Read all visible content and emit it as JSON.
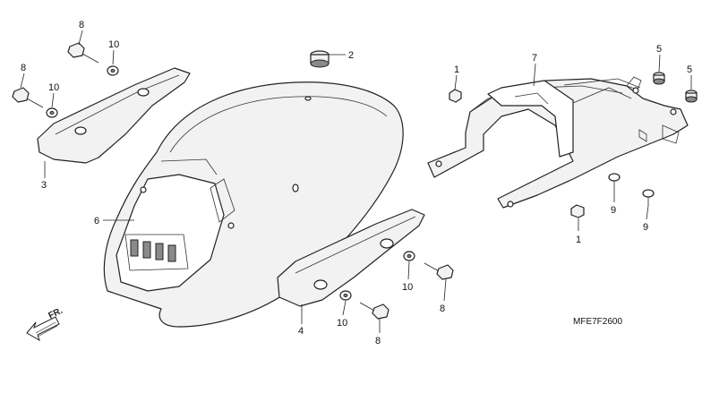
{
  "diagram": {
    "code": "MFE7F2600",
    "direction": "FR.",
    "callouts": [
      {
        "id": "c1",
        "text": "8"
      },
      {
        "id": "c2",
        "text": "10"
      },
      {
        "id": "c3",
        "text": "8"
      },
      {
        "id": "c4",
        "text": "10"
      },
      {
        "id": "c5",
        "text": "3"
      },
      {
        "id": "c6",
        "text": "2"
      },
      {
        "id": "c7",
        "text": "6"
      },
      {
        "id": "c8",
        "text": "1"
      },
      {
        "id": "c9",
        "text": "7"
      },
      {
        "id": "c10",
        "text": "5"
      },
      {
        "id": "c11",
        "text": "5"
      },
      {
        "id": "c12",
        "text": "9"
      },
      {
        "id": "c13",
        "text": "9"
      },
      {
        "id": "c14",
        "text": "1"
      },
      {
        "id": "c15",
        "text": "10"
      },
      {
        "id": "c16",
        "text": "8"
      },
      {
        "id": "c17",
        "text": "4"
      },
      {
        "id": "c18",
        "text": "10"
      },
      {
        "id": "c19",
        "text": "8"
      }
    ]
  }
}
